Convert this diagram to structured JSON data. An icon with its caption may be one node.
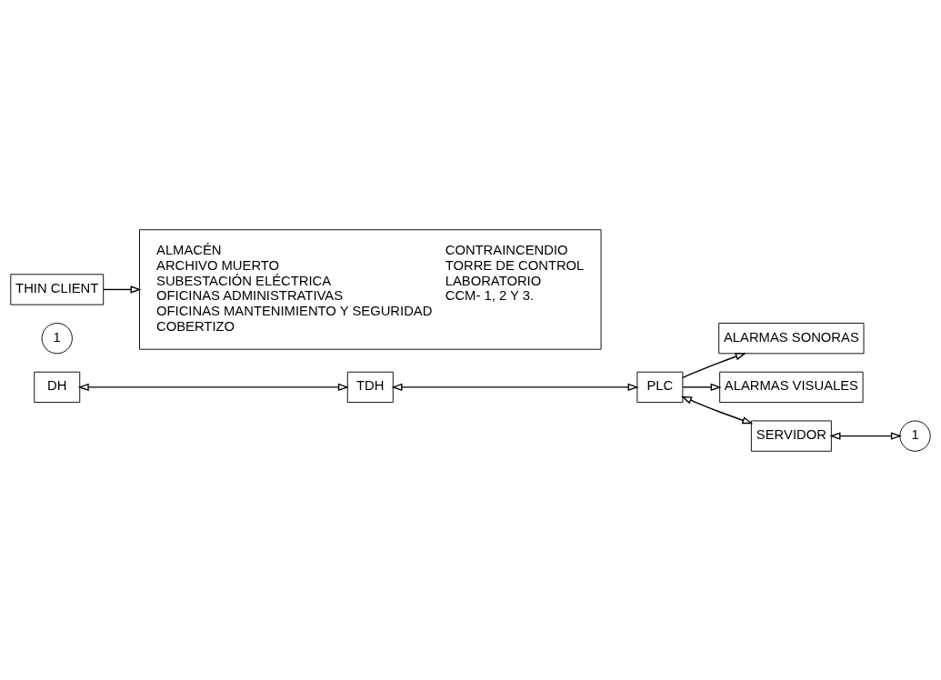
{
  "diagram": {
    "nodes": [
      {
        "text": [
          "ALARMAS SONORAS"
        ]
      },
      {
        "text": [
          "ALARMAS VISUALES"
        ]
      },
      {
        "text": [
          "DH"
        ]
      },
      {
        "text": [
          "TDH"
        ]
      },
      {
        "text": [
          "PLC"
        ]
      },
      {
        "text": [
          "SERVIDOR"
        ]
      },
      {
        "text": [
          "1"
        ]
      },
      {
        "text": [
          "1"
        ]
      },
      {
        "text": [
          "THIN CLIENT"
        ]
      },
      {
        "text": [
          "ALMACÉN",
          "ARCHIVO MUERTO",
          "SUBESTACIÓN ELÉCTRICA",
          "OFICINAS ADMINISTRATIVAS",
          "OFICINAS MANTENIMIENTO Y SEGURIDAD",
          "COBERTIZO",
          "CONTRAINCENDIO",
          "TORRE DE CONTROL",
          "LABORATORIO",
          "CCM- 1, 2 Y 3."
        ]
      }
    ],
    "edges": [
      {
        "from": 2,
        "to": 3,
        "arrow": "both"
      },
      {
        "from": 3,
        "to": 4,
        "arrow": "both"
      },
      {
        "from": 4,
        "to": 5,
        "arrow": "both"
      },
      {
        "from": 5,
        "to": 6,
        "arrow": "both"
      },
      {
        "from": 4,
        "to": 0,
        "arrow": "to"
      },
      {
        "from": 4,
        "to": 1,
        "arrow": "to"
      },
      {
        "from": 8,
        "to": 9,
        "arrow": "to"
      }
    ]
  }
}
